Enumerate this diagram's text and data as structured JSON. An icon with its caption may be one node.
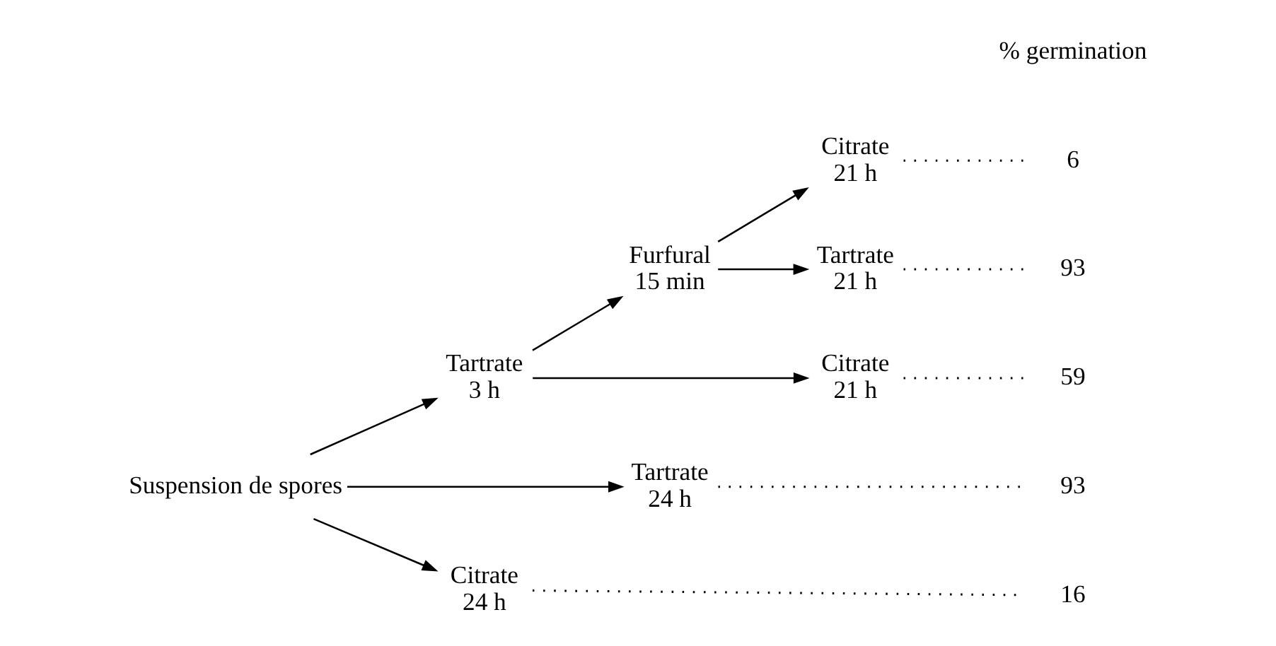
{
  "diagram": {
    "nodes": [
      {
        "text": [
          "Suspension de spores"
        ]
      },
      {
        "text": [
          "Tartrate",
          "3 h"
        ]
      },
      {
        "text": [
          "Furfural",
          "15 min"
        ]
      },
      {
        "text": [
          "Citrate",
          "21 h"
        ]
      },
      {
        "text": [
          "Tartrate",
          "21 h"
        ]
      },
      {
        "text": [
          "Citrate",
          "21 h"
        ]
      },
      {
        "text": [
          "Tartrate",
          "24 h"
        ]
      },
      {
        "text": [
          "Citrate",
          "24 h"
        ]
      },
      {
        "text": [
          "6"
        ]
      },
      {
        "text": [
          "93"
        ]
      },
      {
        "text": [
          "59"
        ]
      },
      {
        "text": [
          "93"
        ]
      },
      {
        "text": [
          "16"
        ]
      }
    ],
    "edges": [
      {
        "from": 0,
        "to": 1,
        "arrow": "to"
      },
      {
        "from": 1,
        "to": 2,
        "arrow": "to"
      },
      {
        "from": 2,
        "to": 3,
        "arrow": "to"
      },
      {
        "from": 2,
        "to": 4,
        "arrow": "to"
      },
      {
        "from": 1,
        "to": 5,
        "arrow": "to"
      },
      {
        "from": 0,
        "to": 6,
        "arrow": "to"
      },
      {
        "from": 0,
        "to": 7,
        "arrow": "to"
      },
      {
        "from": 3,
        "to": 8,
        "arrow": "none",
        "style": "dashed"
      },
      {
        "from": 4,
        "to": 9,
        "arrow": "none",
        "style": "dashed"
      },
      {
        "from": 5,
        "to": 10,
        "arrow": "none",
        "style": "dashed"
      },
      {
        "from": 6,
        "to": 11,
        "arrow": "none",
        "style": "dashed"
      },
      {
        "from": 7,
        "to": 12,
        "arrow": "none",
        "style": "dashed"
      }
    ],
    "labels": [
      "% germination"
    ]
  }
}
